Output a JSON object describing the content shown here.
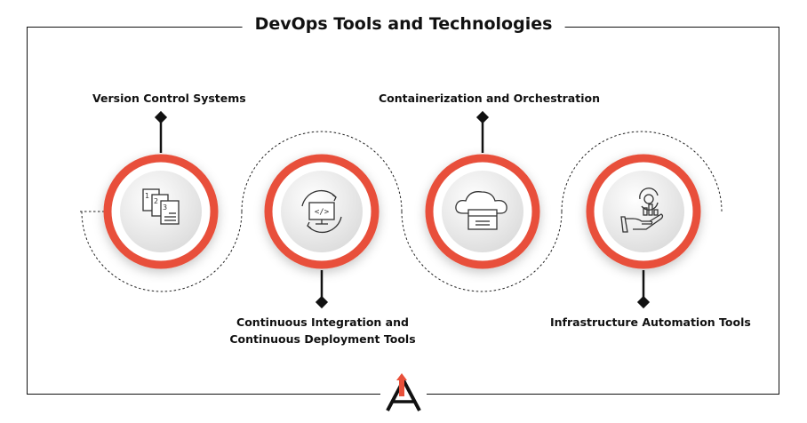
{
  "title": "DevOps Tools and Technologies",
  "items": [
    {
      "label": "Version Control Systems",
      "icon": "numbered-documents-icon",
      "position": "top"
    },
    {
      "label": "Continuous Integration and Continuous Deployment Tools",
      "line1": "Continuous Integration and",
      "line2": "Continuous Deployment Tools",
      "icon": "code-monitor-sync-icon",
      "position": "bottom"
    },
    {
      "label": "Containerization and Orchestration",
      "icon": "cloud-container-icon",
      "position": "top"
    },
    {
      "label": "Infrastructure Automation Tools",
      "icon": "hand-gear-chart-icon",
      "position": "bottom"
    }
  ],
  "colors": {
    "accent": "#e8503a",
    "text": "#111111",
    "circle_fill": "#ececec"
  },
  "logo": "brand-logo"
}
